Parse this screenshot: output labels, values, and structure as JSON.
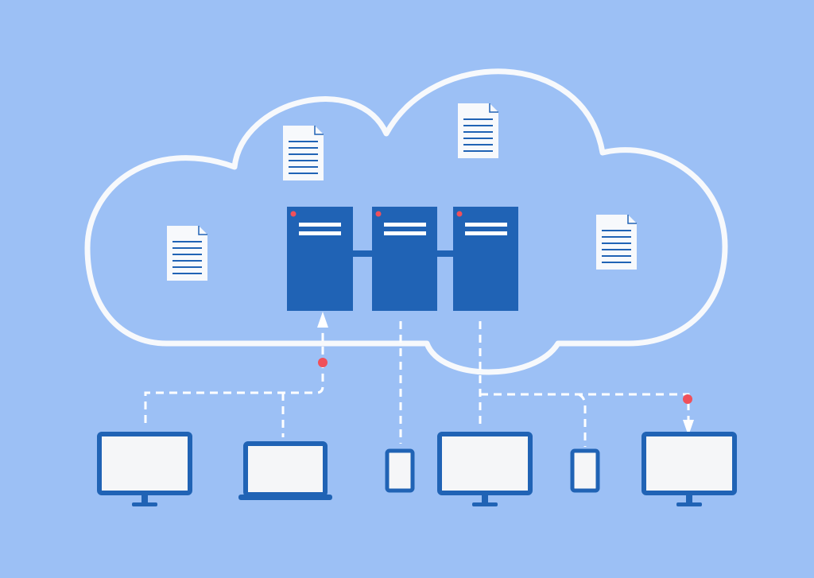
{
  "colors": {
    "background": "#9CC0F5",
    "cloud_outline": "#F7F9FC",
    "server": "#2063B5",
    "device_frame": "#2063B5",
    "device_screen": "#F5F6F8",
    "document": "#F7F9FC",
    "document_lines": "#2063B5",
    "connector": "#FFFFFF",
    "status_dot": "#F0505A"
  },
  "icons": {
    "cloud": "cloud-icon",
    "server": "server-icon",
    "document": "document-icon",
    "desktop": "desktop-monitor-icon",
    "laptop": "laptop-icon",
    "phone": "phone-icon",
    "arrow": "arrow-up-icon"
  },
  "diagram": {
    "servers": [
      "server-1",
      "server-2",
      "server-3"
    ],
    "documents": [
      "document-1",
      "document-2",
      "document-3",
      "document-4"
    ],
    "devices": [
      "desktop-1",
      "laptop-1",
      "phone-1",
      "desktop-2",
      "phone-2",
      "desktop-3"
    ]
  }
}
